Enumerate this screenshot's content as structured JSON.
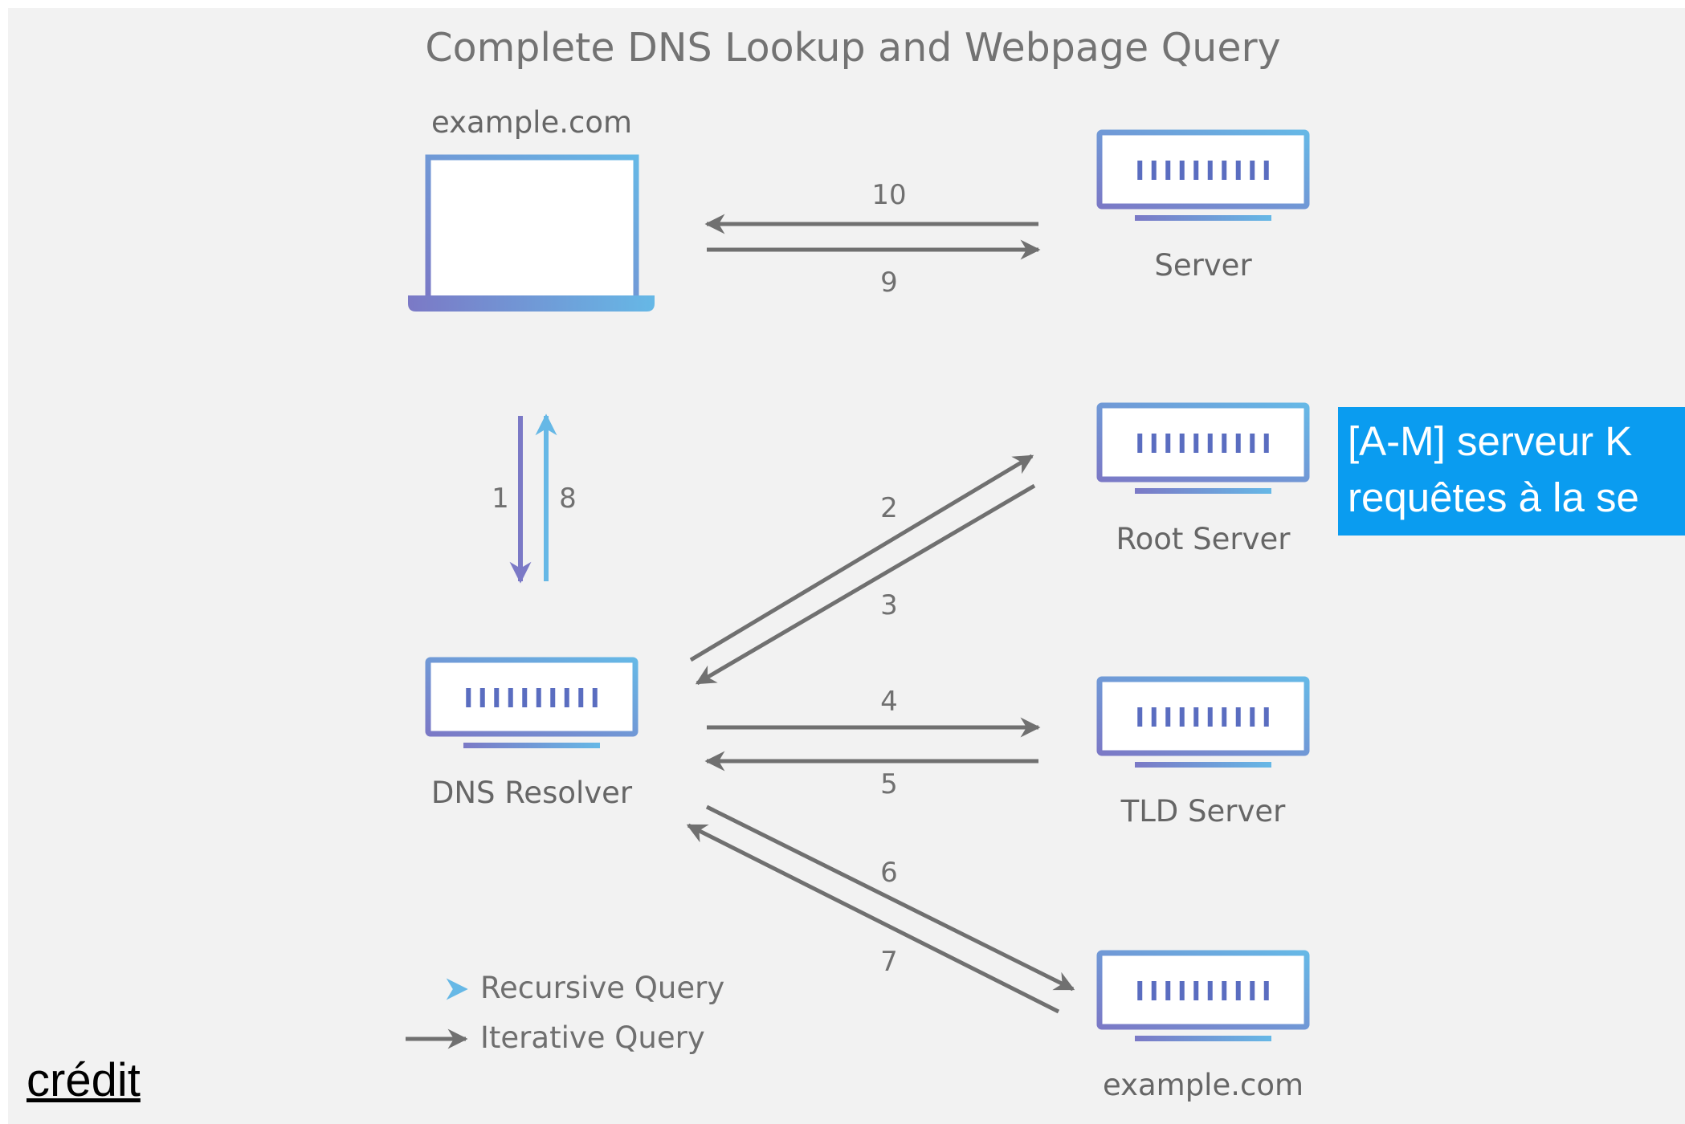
{
  "diagram": {
    "title": "Complete DNS Lookup and Webpage Query",
    "nodes": {
      "client": {
        "label": "example.com"
      },
      "server": {
        "label": "Server"
      },
      "root_server": {
        "label": "Root Server"
      },
      "resolver": {
        "label": "DNS Resolver"
      },
      "tld_server": {
        "label": "TLD Server"
      },
      "auth_server": {
        "label": "example.com"
      }
    },
    "steps": [
      "1",
      "2",
      "3",
      "4",
      "5",
      "6",
      "7",
      "8",
      "9",
      "10"
    ],
    "legend": {
      "recursive": "Recursive Query",
      "iterative": "Iterative Query"
    },
    "colors": {
      "recursive_start": "#7b79c6",
      "recursive_end": "#66b8e6",
      "iterative": "#707070",
      "device_screen": "#ffffff",
      "device_bars": "#5a6dc0"
    }
  },
  "callout": {
    "line1": "[A-M] serveur K",
    "line2": "requêtes à la se",
    "color": "#0a9cf0"
  },
  "credit": {
    "label": "crédit"
  }
}
